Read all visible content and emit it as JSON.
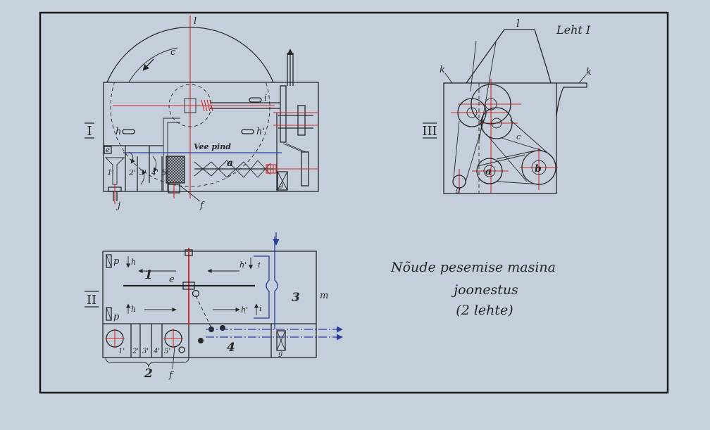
{
  "sheet": {
    "label": "Leht I"
  },
  "title": {
    "line1": "Nõude pesemise masina",
    "line2": "joonestus",
    "line3": "(2 lehte)"
  },
  "view_1": {
    "numeral": "I",
    "labels": {
      "l": "l",
      "c": "c",
      "i": "i",
      "h": "h",
      "h_prime": "h'",
      "water_level": "Vee pind",
      "a": "a",
      "e": "e",
      "c1": "1'",
      "c2": "2'",
      "c3": "3'",
      "c4": "4'",
      "c5": "5'",
      "g": "g",
      "f": "f",
      "j": "j"
    }
  },
  "view_2": {
    "numeral": "II",
    "labels": {
      "p_top": "p",
      "p_bottom": "p",
      "h_top": "h",
      "h_bottom": "h",
      "tank_1": "1",
      "e": "e",
      "h_prime_top": "h'",
      "h_prime_bottom": "h'",
      "i_top": "i",
      "i_bottom": "i",
      "tank_3": "3",
      "m": "m",
      "tank_4": "4",
      "c1": "1'",
      "c2": "2'",
      "c3": "3'",
      "c4": "4'",
      "c5": "5'",
      "g": "g",
      "group_2": "2",
      "f": "f"
    }
  },
  "view_3": {
    "numeral": "III",
    "labels": {
      "l": "l",
      "k_left": "k",
      "k_right": "k",
      "c": "c",
      "a": "a",
      "b": "b",
      "g": "g"
    }
  },
  "colors": {
    "paper": "#c9d3dd",
    "ink": "#262626",
    "red": "#d02b2b",
    "blue": "#2b3b9c"
  }
}
